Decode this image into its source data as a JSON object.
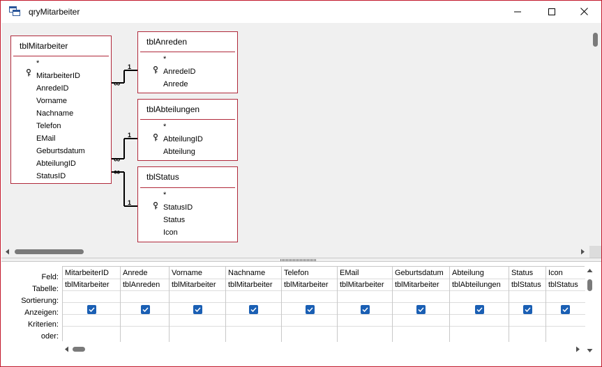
{
  "window": {
    "title": "qryMitarbeiter"
  },
  "tables": {
    "mitarbeiter": {
      "name": "tblMitarbeiter",
      "fields": [
        "*",
        "MitarbeiterID",
        "AnredeID",
        "Vorname",
        "Nachname",
        "Telefon",
        "EMail",
        "Geburtsdatum",
        "AbteilungID",
        "StatusID"
      ]
    },
    "anreden": {
      "name": "tblAnreden",
      "fields": [
        "*",
        "AnredeID",
        "Anrede"
      ]
    },
    "abteilungen": {
      "name": "tblAbteilungen",
      "fields": [
        "*",
        "AbteilungID",
        "Abteilung"
      ]
    },
    "status": {
      "name": "tblStatus",
      "fields": [
        "*",
        "StatusID",
        "Status",
        "Icon"
      ]
    }
  },
  "relations": {
    "one": "1",
    "many": "∞"
  },
  "grid": {
    "row_labels": [
      "Feld:",
      "Tabelle:",
      "Sortierung:",
      "Anzeigen:",
      "Kriterien:",
      "oder:"
    ],
    "columns": [
      {
        "field": "MitarbeiterID",
        "table": "tblMitarbeiter",
        "show": true
      },
      {
        "field": "Anrede",
        "table": "tblAnreden",
        "show": true
      },
      {
        "field": "Vorname",
        "table": "tblMitarbeiter",
        "show": true
      },
      {
        "field": "Nachname",
        "table": "tblMitarbeiter",
        "show": true
      },
      {
        "field": "Telefon",
        "table": "tblMitarbeiter",
        "show": true
      },
      {
        "field": "EMail",
        "table": "tblMitarbeiter",
        "show": true
      },
      {
        "field": "Geburtsdatum",
        "table": "tblMitarbeiter",
        "show": true
      },
      {
        "field": "Abteilung",
        "table": "tblAbteilungen",
        "show": true
      },
      {
        "field": "Status",
        "table": "tblStatus",
        "show": true
      },
      {
        "field": "Icon",
        "table": "tblStatus",
        "show": true
      }
    ]
  },
  "colors": {
    "window_border": "#c2182b",
    "table_border": "#b0283a",
    "checkbox": "#1a5fb4"
  }
}
